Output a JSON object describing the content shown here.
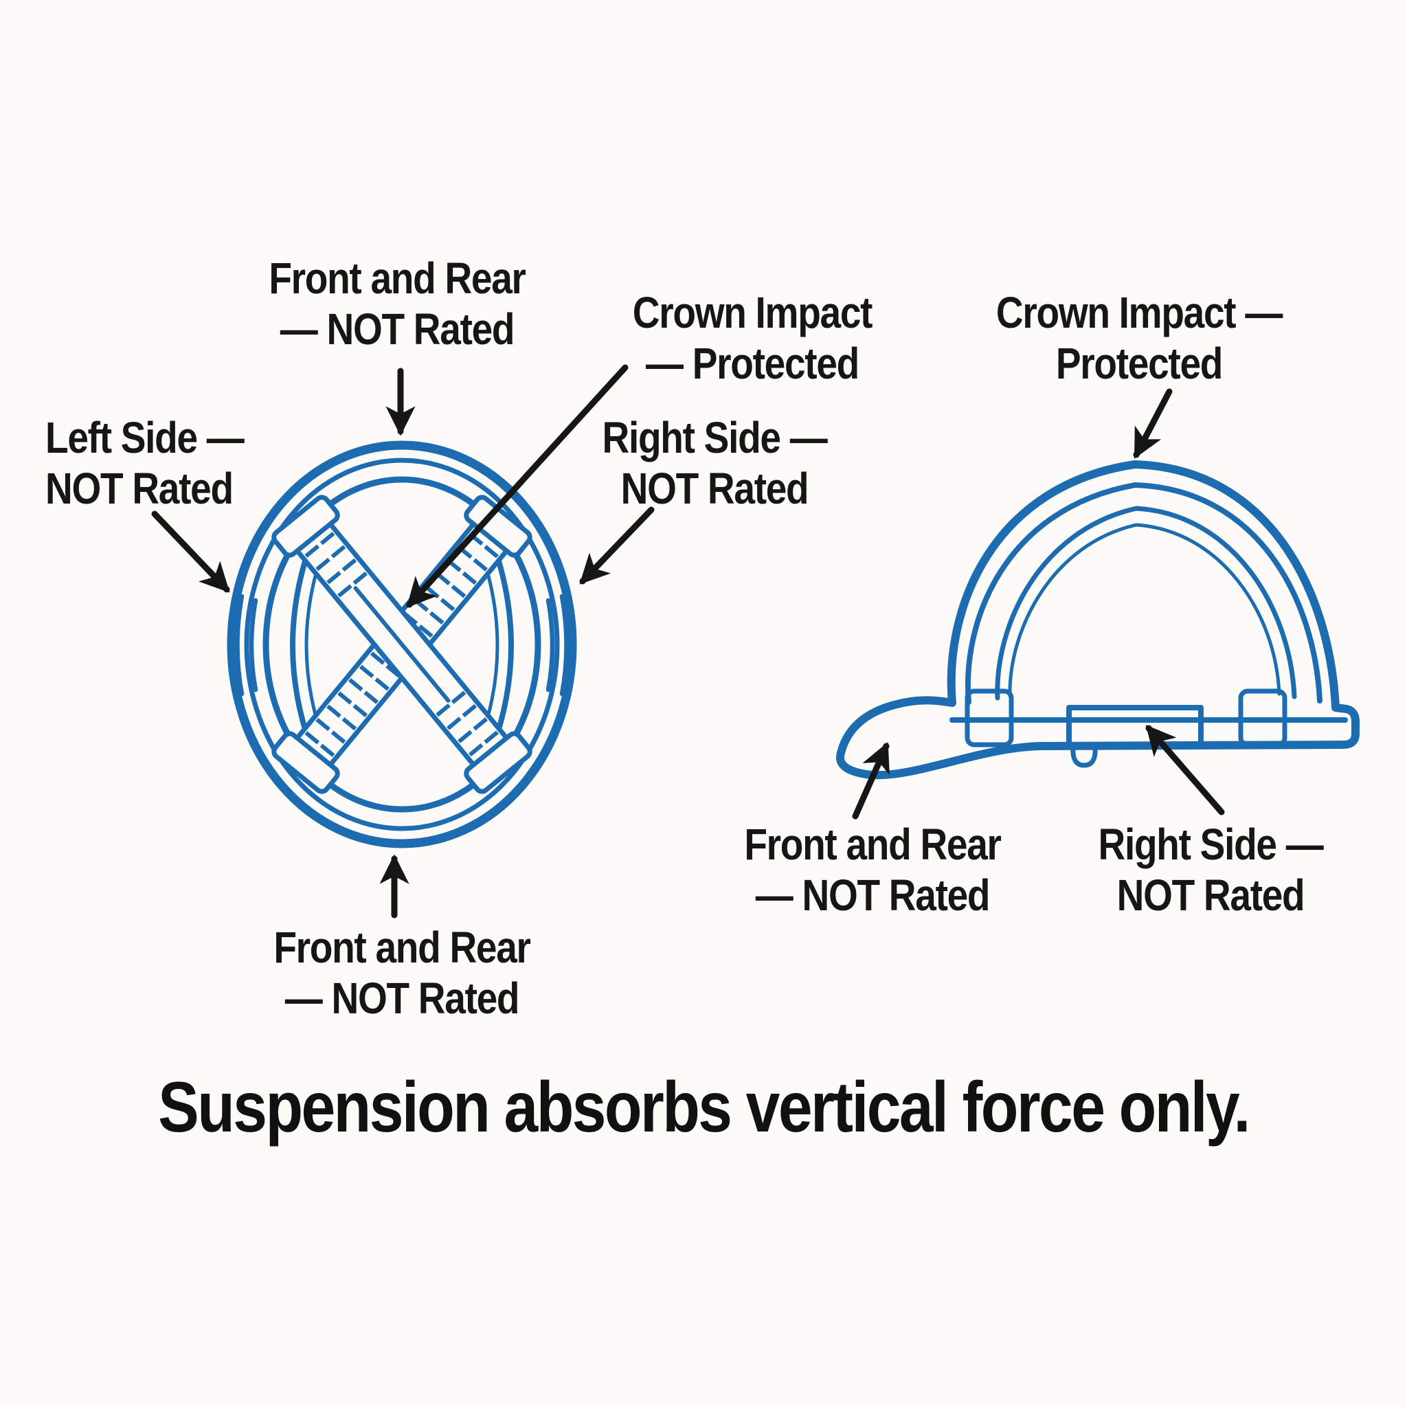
{
  "diagram": {
    "title_caption": "Suspension absorbs vertical force only.",
    "colors": {
      "background": "#fcfbf8",
      "helmet_line_blue": "#1d6bb0",
      "text_black": "#161616"
    },
    "top_view": {
      "description": "hard-hat-top-view-with-x-suspension",
      "labels": {
        "front_rear_top": {
          "line1": "Front and Rear",
          "line2": "— NOT Rated"
        },
        "left_side": {
          "line1": "Left Side —",
          "line2": "NOT Rated"
        },
        "crown": {
          "line1": "Crown Impact",
          "line2": "— Protected"
        },
        "right_side": {
          "line1": "Right Side —",
          "line2": "NOT Rated"
        },
        "front_rear_bottom": {
          "line1": "Front and Rear",
          "line2": "— NOT Rated"
        }
      }
    },
    "side_view": {
      "description": "hard-hat-side-view",
      "labels": {
        "crown": {
          "line1": "Crown Impact —",
          "line2": "Protected"
        },
        "front_rear": {
          "line1": "Front and Rear",
          "line2": "— NOT Rated"
        },
        "right_side": {
          "line1": "Right Side —",
          "line2": "NOT Rated"
        }
      }
    }
  }
}
